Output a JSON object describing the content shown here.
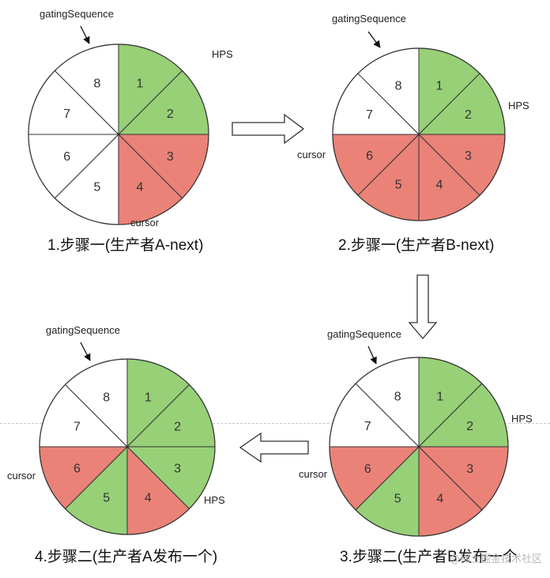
{
  "colors": {
    "green": "#97d077",
    "red": "#ea8278",
    "white": "#ffffff",
    "stroke": "#333333"
  },
  "diagrams": [
    {
      "caption": "1.步骤一(生产者A-next)",
      "segments": [
        "green",
        "green",
        "red",
        "red",
        "white",
        "white",
        "white",
        "white"
      ],
      "labels": {
        "gating": "gatingSequence",
        "hps": "HPS",
        "cursor": "cursor"
      }
    },
    {
      "caption": "2.步骤一(生产者B-next)",
      "segments": [
        "green",
        "green",
        "red",
        "red",
        "red",
        "red",
        "white",
        "white"
      ],
      "labels": {
        "gating": "gatingSequence",
        "hps": "HPS",
        "cursor": "cursor"
      }
    },
    {
      "caption": "3.步骤二(生产者B发布一个",
      "segments": [
        "green",
        "green",
        "red",
        "red",
        "green",
        "red",
        "white",
        "white"
      ],
      "labels": {
        "gating": "gatingSequence",
        "hps": "HPS",
        "cursor": "cursor"
      }
    },
    {
      "caption": "4.步骤二(生产者A发布一个)",
      "segments": [
        "green",
        "green",
        "green",
        "red",
        "green",
        "red",
        "white",
        "white"
      ],
      "labels": {
        "gating": "gatingSequence",
        "hps": "HPS",
        "cursor": "cursor"
      }
    }
  ],
  "segment_numbers": [
    "1",
    "2",
    "3",
    "4",
    "5",
    "6",
    "7",
    "8"
  ],
  "watermark": "@稀土掘金技术社区"
}
